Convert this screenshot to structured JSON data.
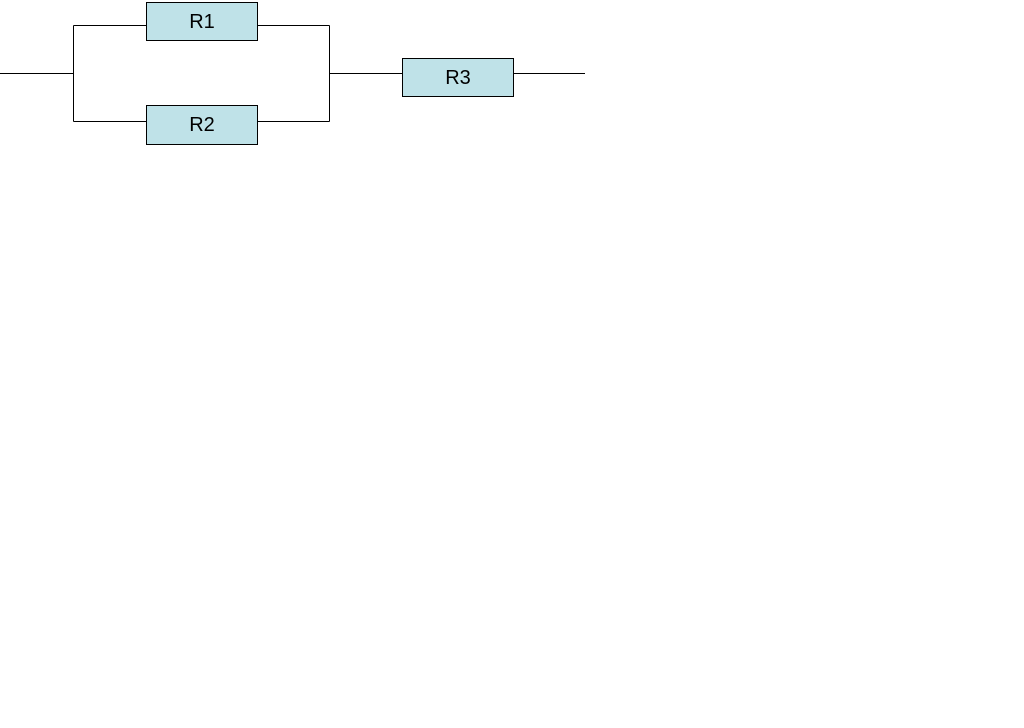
{
  "diagram": {
    "type": "circuit",
    "colors": {
      "resistor_fill": "#bfe2e8",
      "wire": "#000000",
      "background": "#ffffff"
    },
    "components": [
      {
        "id": "r1",
        "label": "R1",
        "kind": "resistor"
      },
      {
        "id": "r2",
        "label": "R2",
        "kind": "resistor"
      },
      {
        "id": "r3",
        "label": "R3",
        "kind": "resistor"
      }
    ],
    "connections": [
      {
        "from": "input",
        "to": "node-a"
      },
      {
        "from": "node-a",
        "to": "r1"
      },
      {
        "from": "node-a",
        "to": "r2"
      },
      {
        "from": "r1",
        "to": "node-b"
      },
      {
        "from": "r2",
        "to": "node-b"
      },
      {
        "from": "node-b",
        "to": "r3"
      },
      {
        "from": "r3",
        "to": "output"
      }
    ]
  }
}
